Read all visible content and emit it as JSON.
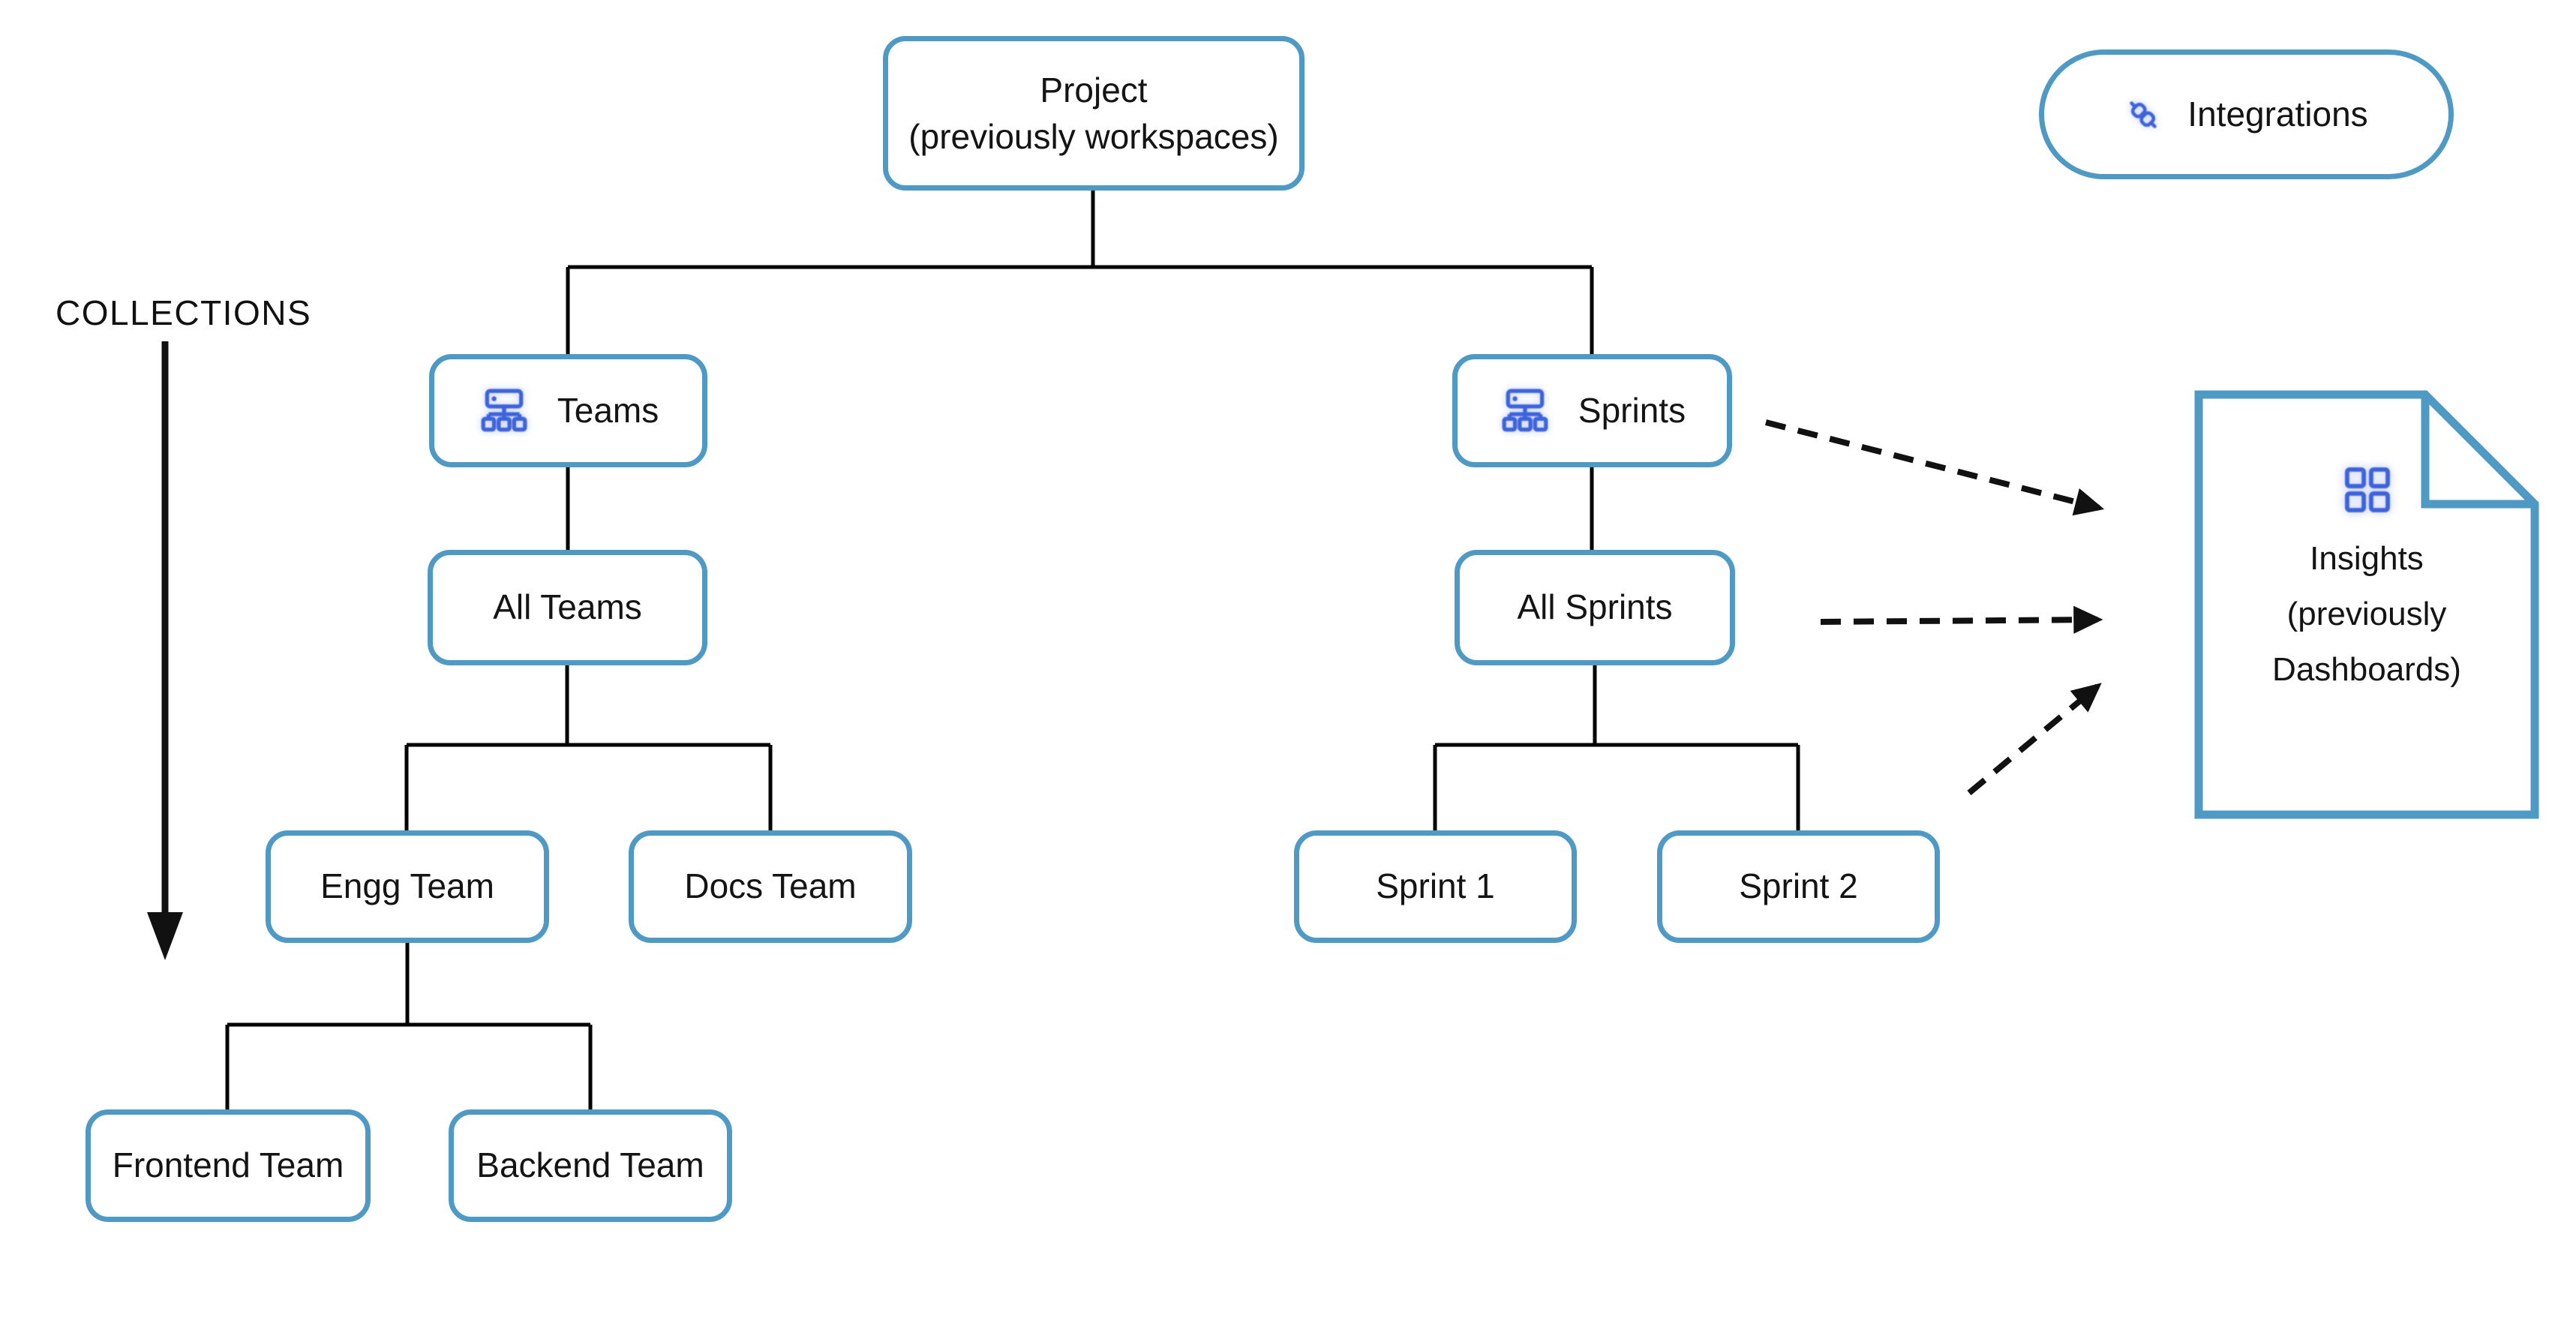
{
  "colors": {
    "background": "#FFFFFF",
    "node_border": "#4E9AC5",
    "icon_blue": "#3D63DC",
    "connector_line": "#000000",
    "dashed_arrow": "#111111",
    "text": "#141414"
  },
  "collections": {
    "label": "COLLECTIONS"
  },
  "integrations": {
    "label": "Integrations",
    "icon": "plug-integration-icon"
  },
  "hierarchy": {
    "project": {
      "line1": "Project",
      "line2": "(previously workspaces)"
    },
    "teams": {
      "label": "Teams",
      "icon": "org-chart-icon"
    },
    "sprints": {
      "label": "Sprints",
      "icon": "org-chart-icon"
    },
    "all_teams": {
      "label": "All Teams"
    },
    "all_sprints": {
      "label": "All Sprints"
    },
    "engg_team": {
      "label": "Engg Team"
    },
    "docs_team": {
      "label": "Docs Team"
    },
    "sprint_1": {
      "label": "Sprint 1"
    },
    "sprint_2": {
      "label": "Sprint 2"
    },
    "frontend_team": {
      "label": "Frontend Team"
    },
    "backend_team": {
      "label": "Backend Team"
    }
  },
  "insights": {
    "line1": "Insights",
    "line2": "(previously",
    "line3": "Dashboards)",
    "icon": "dashboard-grid-icon"
  },
  "edges": {
    "solid": [
      "project->teams",
      "project->sprints",
      "teams->all_teams",
      "sprints->all_sprints",
      "all_teams->engg_team",
      "all_teams->docs_team",
      "engg_team->frontend_team",
      "engg_team->backend_team",
      "all_sprints->sprint_1",
      "all_sprints->sprint_2"
    ],
    "dashed": [
      "sprints->insights",
      "all_sprints->insights",
      "sprint_2->insights"
    ],
    "collections_arrow": "collections-label->down"
  }
}
